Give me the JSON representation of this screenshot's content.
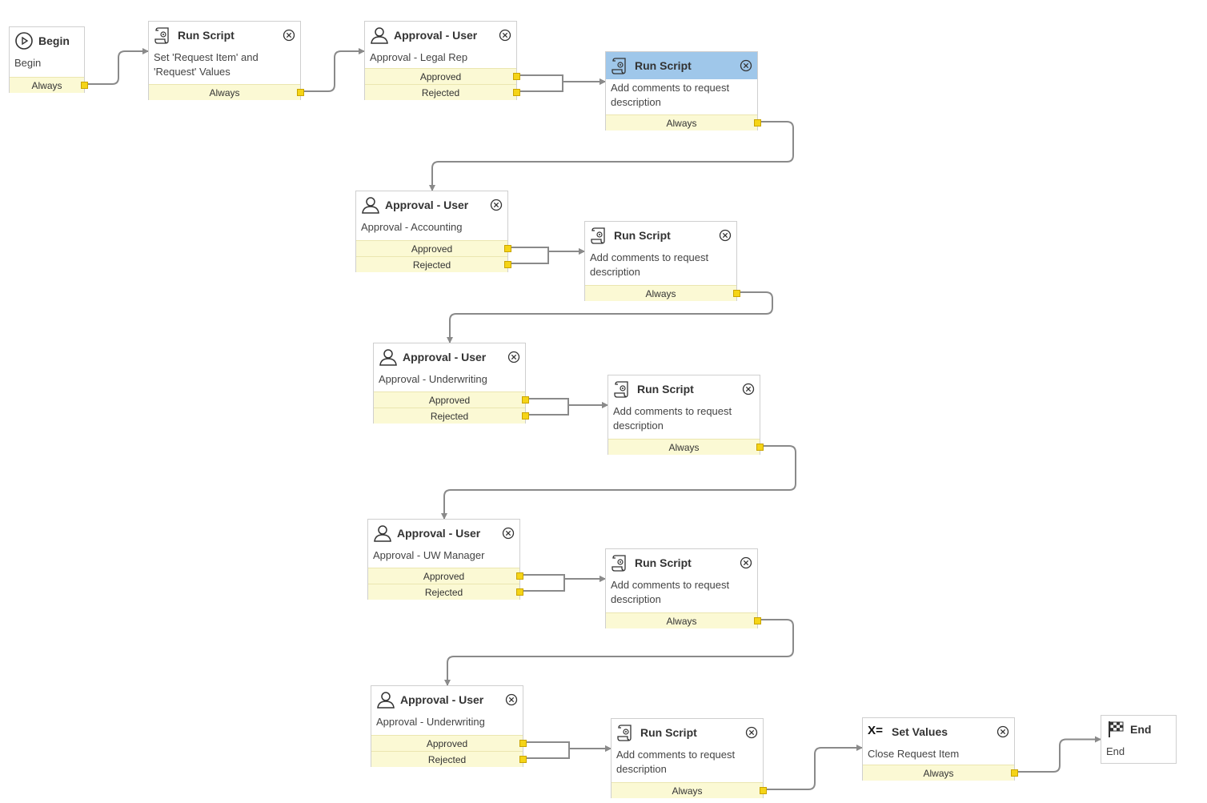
{
  "nodes": [
    {
      "id": "begin",
      "type": "begin",
      "title": "Begin",
      "desc": "Begin",
      "conditions": [
        "Always"
      ],
      "closable": false
    },
    {
      "id": "rs1",
      "type": "script",
      "title": "Run Script",
      "desc": "Set 'Request Item' and 'Request' Values",
      "conditions": [
        "Always"
      ],
      "closable": true
    },
    {
      "id": "ap1",
      "type": "approval",
      "title": "Approval - User",
      "desc": "Approval - Legal Rep",
      "conditions": [
        "Approved",
        "Rejected"
      ],
      "closable": true
    },
    {
      "id": "rs2",
      "type": "script",
      "title": "Run Script",
      "desc": "Add comments to request description",
      "conditions": [
        "Always"
      ],
      "closable": true,
      "selected": true
    },
    {
      "id": "ap2",
      "type": "approval",
      "title": "Approval - User",
      "desc": "Approval - Accounting",
      "conditions": [
        "Approved",
        "Rejected"
      ],
      "closable": true
    },
    {
      "id": "rs3",
      "type": "script",
      "title": "Run Script",
      "desc": "Add comments to request description",
      "conditions": [
        "Always"
      ],
      "closable": true
    },
    {
      "id": "ap3",
      "type": "approval",
      "title": "Approval - User",
      "desc": "Approval - Underwriting",
      "conditions": [
        "Approved",
        "Rejected"
      ],
      "closable": true
    },
    {
      "id": "rs4",
      "type": "script",
      "title": "Run Script",
      "desc": "Add comments to request description",
      "conditions": [
        "Always"
      ],
      "closable": true
    },
    {
      "id": "ap4",
      "type": "approval",
      "title": "Approval - User",
      "desc": "Approval - UW Manager",
      "conditions": [
        "Approved",
        "Rejected"
      ],
      "closable": true
    },
    {
      "id": "rs5",
      "type": "script",
      "title": "Run Script",
      "desc": "Add comments to request description",
      "conditions": [
        "Always"
      ],
      "closable": true
    },
    {
      "id": "ap5",
      "type": "approval",
      "title": "Approval - User",
      "desc": "Approval - Underwriting",
      "conditions": [
        "Approved",
        "Rejected"
      ],
      "closable": true
    },
    {
      "id": "rs6",
      "type": "script",
      "title": "Run Script",
      "desc": "Add comments to request description",
      "conditions": [
        "Always"
      ],
      "closable": true
    },
    {
      "id": "sv",
      "type": "setvalues",
      "title": "Set Values",
      "desc": "Close Request Item",
      "conditions": [
        "Always"
      ],
      "closable": true
    },
    {
      "id": "end",
      "type": "end",
      "title": "End",
      "desc": "End",
      "conditions": [],
      "closable": false
    }
  ],
  "edges": [
    {
      "from": "begin",
      "cond": 0,
      "to": "rs1"
    },
    {
      "from": "rs1",
      "cond": 0,
      "to": "ap1"
    },
    {
      "from": "ap1",
      "cond": 0,
      "to": "rs2"
    },
    {
      "from": "ap1",
      "cond": 1,
      "to": "rs2"
    },
    {
      "from": "rs2",
      "cond": 0,
      "to": "ap2"
    },
    {
      "from": "ap2",
      "cond": 0,
      "to": "rs3"
    },
    {
      "from": "ap2",
      "cond": 1,
      "to": "rs3"
    },
    {
      "from": "rs3",
      "cond": 0,
      "to": "ap3"
    },
    {
      "from": "ap3",
      "cond": 0,
      "to": "rs4"
    },
    {
      "from": "ap3",
      "cond": 1,
      "to": "rs4"
    },
    {
      "from": "rs4",
      "cond": 0,
      "to": "ap4"
    },
    {
      "from": "ap4",
      "cond": 0,
      "to": "rs5"
    },
    {
      "from": "ap4",
      "cond": 1,
      "to": "rs5"
    },
    {
      "from": "rs5",
      "cond": 0,
      "to": "ap5"
    },
    {
      "from": "ap5",
      "cond": 0,
      "to": "rs6"
    },
    {
      "from": "ap5",
      "cond": 1,
      "to": "rs6"
    },
    {
      "from": "rs6",
      "cond": 0,
      "to": "sv"
    },
    {
      "from": "sv",
      "cond": 0,
      "to": "end"
    }
  ],
  "colors": {
    "wire": "#8a8a8a",
    "selected_header": "#9fc7ea",
    "condition_bg": "#fbf9d4",
    "port": "#f5d417"
  },
  "icons": {
    "begin": "play-circle-icon",
    "script": "script-scroll-icon",
    "approval": "user-icon",
    "setvalues": "set-values-icon",
    "end": "checkered-flag-icon",
    "close": "close-circle-icon"
  }
}
